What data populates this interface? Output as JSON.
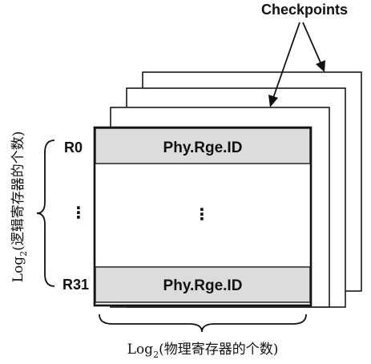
{
  "diagram": {
    "checkpoints_label": "Checkpoints",
    "rows": {
      "top": {
        "register": "R0",
        "cell": "Phy.Rge.ID"
      },
      "bottom": {
        "register": "R31",
        "cell": "Phy.Rge.ID"
      }
    },
    "ellipsis_left": "⋮",
    "ellipsis_center": "⋮",
    "y_axis_label": {
      "prefix": "Log",
      "subscript": "2",
      "text": "(逻辑寄存器的个数)"
    },
    "x_axis_label": {
      "prefix": "Log",
      "subscript": "2",
      "text": "(物理寄存器的个数)"
    }
  }
}
